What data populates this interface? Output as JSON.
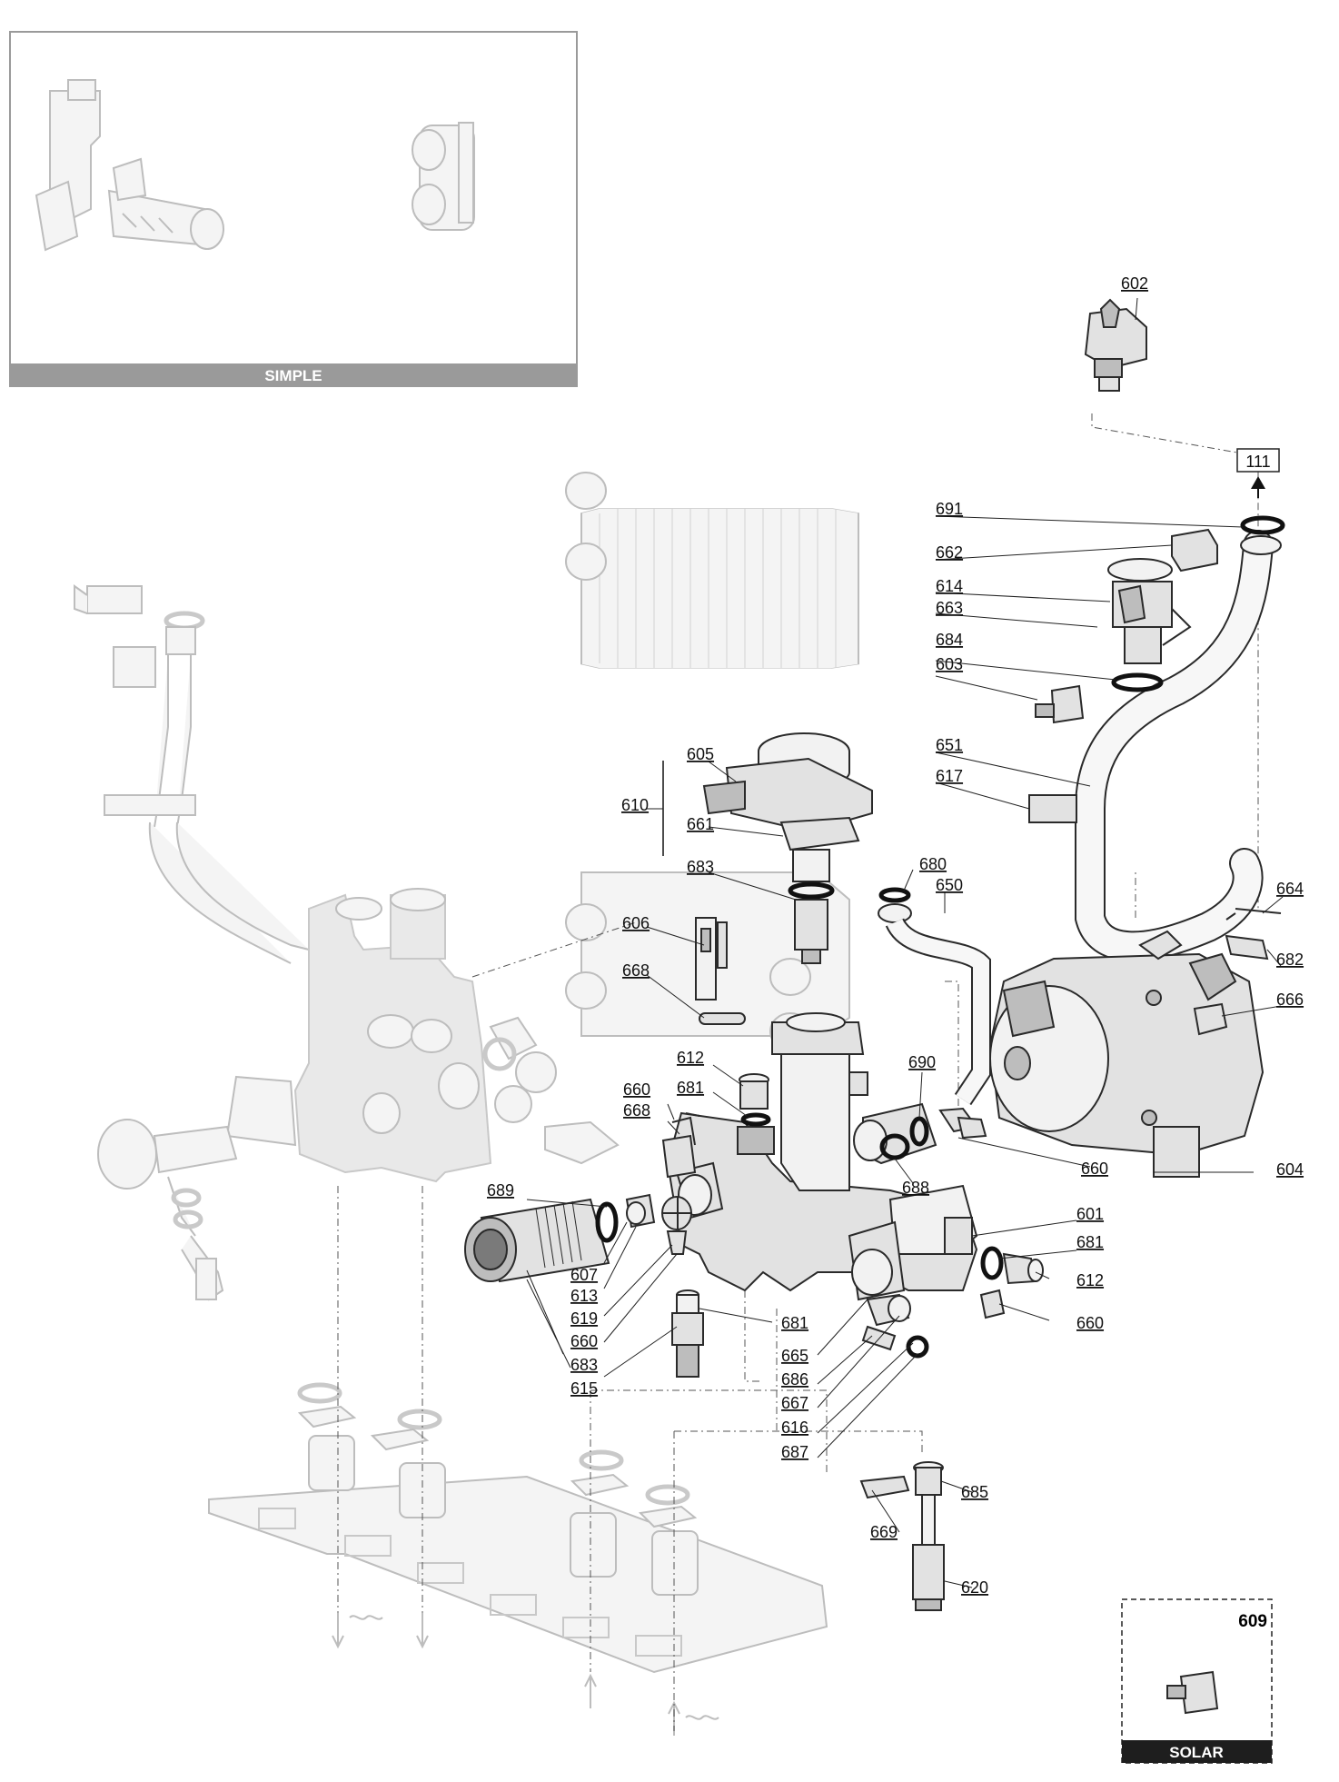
{
  "variants": {
    "simple": {
      "label": "SIMPLE"
    },
    "solar": {
      "label": "SOLAR",
      "part": "609"
    }
  },
  "reference": "111",
  "callouts": [
    {
      "id": "c602",
      "text": "602"
    },
    {
      "id": "c691",
      "text": "691"
    },
    {
      "id": "c662",
      "text": "662"
    },
    {
      "id": "c614",
      "text": "614"
    },
    {
      "id": "c663",
      "text": "663"
    },
    {
      "id": "c684",
      "text": "684"
    },
    {
      "id": "c603",
      "text": "603"
    },
    {
      "id": "c651",
      "text": "651"
    },
    {
      "id": "c617",
      "text": "617"
    },
    {
      "id": "c605",
      "text": "605"
    },
    {
      "id": "c610",
      "text": "610"
    },
    {
      "id": "c661",
      "text": "661"
    },
    {
      "id": "c683a",
      "text": "683"
    },
    {
      "id": "c680",
      "text": "680"
    },
    {
      "id": "c650",
      "text": "650"
    },
    {
      "id": "c664",
      "text": "664"
    },
    {
      "id": "c606",
      "text": "606"
    },
    {
      "id": "c682",
      "text": "682"
    },
    {
      "id": "c668a",
      "text": "668"
    },
    {
      "id": "c666",
      "text": "666"
    },
    {
      "id": "c612a",
      "text": "612"
    },
    {
      "id": "c690",
      "text": "690"
    },
    {
      "id": "c660a",
      "text": "660"
    },
    {
      "id": "c681a",
      "text": "681"
    },
    {
      "id": "c668b",
      "text": "668"
    },
    {
      "id": "c660b",
      "text": "660"
    },
    {
      "id": "c604",
      "text": "604"
    },
    {
      "id": "c688",
      "text": "688"
    },
    {
      "id": "c689",
      "text": "689"
    },
    {
      "id": "c601",
      "text": "601"
    },
    {
      "id": "c681b",
      "text": "681"
    },
    {
      "id": "c607",
      "text": "607"
    },
    {
      "id": "c612b",
      "text": "612"
    },
    {
      "id": "c613",
      "text": "613"
    },
    {
      "id": "c619",
      "text": "619"
    },
    {
      "id": "c660c",
      "text": "660"
    },
    {
      "id": "c660d",
      "text": "660"
    },
    {
      "id": "c681c",
      "text": "681"
    },
    {
      "id": "c683b",
      "text": "683"
    },
    {
      "id": "c665",
      "text": "665"
    },
    {
      "id": "c615",
      "text": "615"
    },
    {
      "id": "c686",
      "text": "686"
    },
    {
      "id": "c667",
      "text": "667"
    },
    {
      "id": "c616",
      "text": "616"
    },
    {
      "id": "c687",
      "text": "687"
    },
    {
      "id": "c685",
      "text": "685"
    },
    {
      "id": "c669",
      "text": "669"
    },
    {
      "id": "c620",
      "text": "620"
    }
  ]
}
